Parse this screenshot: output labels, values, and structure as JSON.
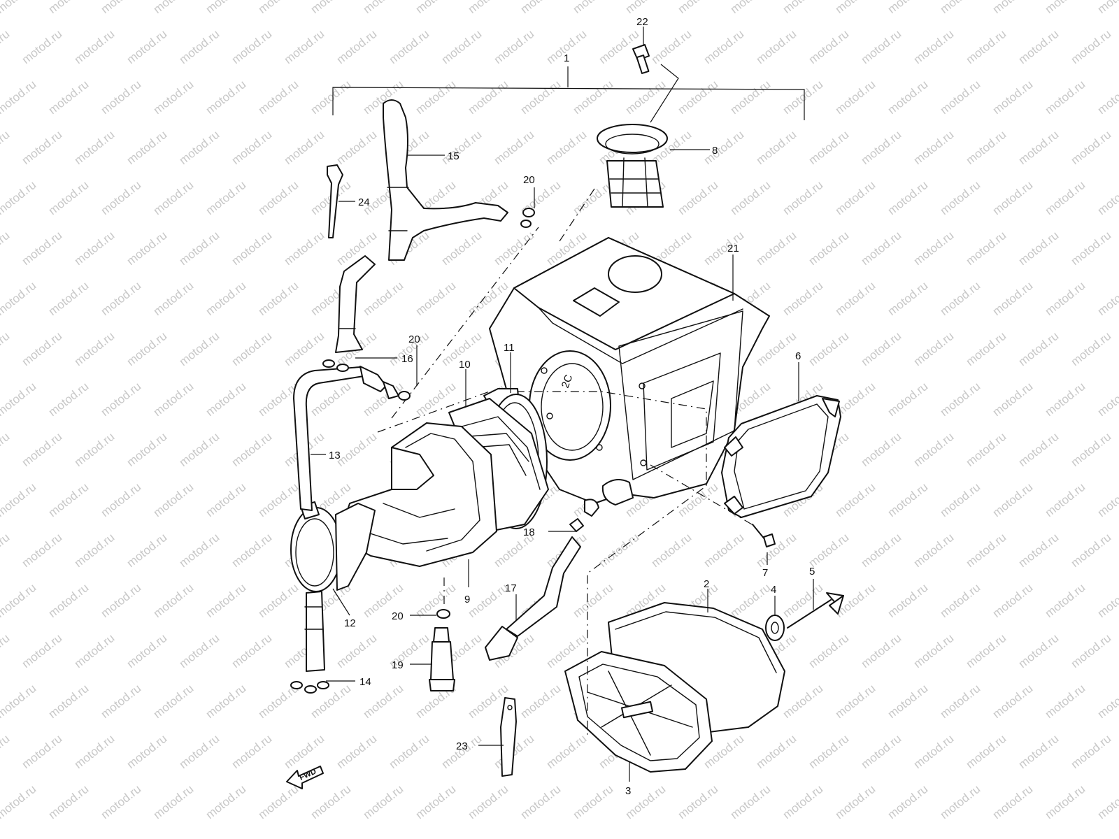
{
  "watermark": "motod.ru",
  "fwd_label": "FWD",
  "callouts": {
    "c1": "1",
    "c2": "2",
    "c3": "3",
    "c4": "4",
    "c5": "5",
    "c6": "6",
    "c7": "7",
    "c8": "8",
    "c9": "9",
    "c10": "10",
    "c11": "11",
    "c12": "12",
    "c13": "13",
    "c14": "14",
    "c15": "15",
    "c16": "16",
    "c17": "17",
    "c18": "18",
    "c19": "19",
    "c20a": "20",
    "c20b": "20",
    "c20c": "20",
    "c21": "21",
    "c22": "22",
    "c23": "23",
    "c24": "24"
  },
  "hose_label": "2C"
}
